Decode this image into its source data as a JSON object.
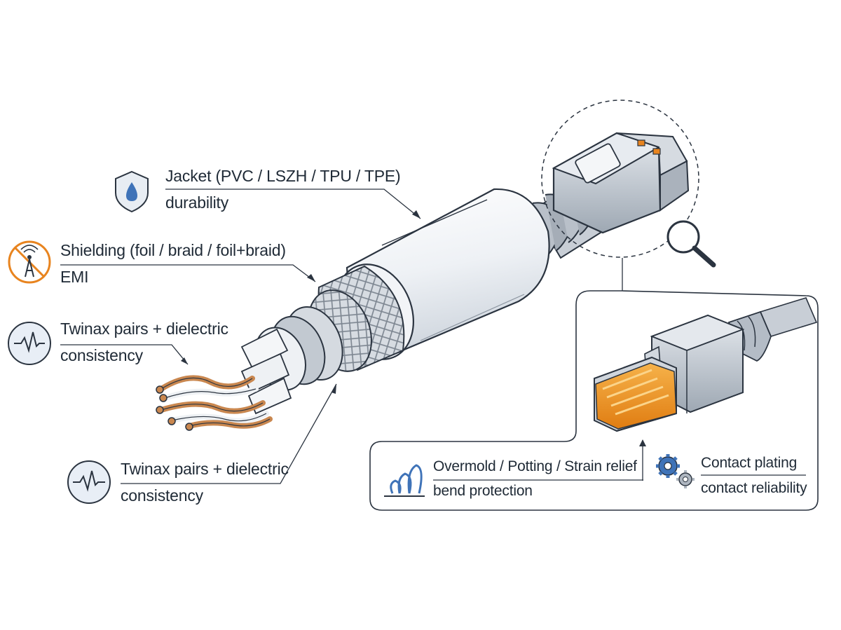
{
  "callouts": {
    "jacket": {
      "title": "Jacket (PVC / LSZH / TPU / TPE)",
      "subtitle": "durability",
      "icon": "shield-water-drop-icon"
    },
    "shielding": {
      "title": "Shielding (foil / braid / foil+braid)",
      "subtitle": "EMI",
      "icon": "no-signal-antenna-icon"
    },
    "twinax_upper": {
      "title": "Twinax pairs + dielectric",
      "subtitle": "consistency",
      "icon": "signal-wave-icon"
    },
    "twinax_lower": {
      "title": "Twinax pairs + dielectric",
      "subtitle": "consistency",
      "icon": "signal-wave-icon"
    }
  },
  "detail_panel": {
    "overmold": {
      "title": "Overmold / Potting / Strain relief",
      "subtitle": "bend protection",
      "icon": "spring-icon"
    },
    "plating": {
      "title": "Contact plating",
      "subtitle": "contact reliability",
      "icon": "gears-icon"
    },
    "zoom_icon": "magnifier-icon"
  },
  "colors": {
    "line": "#2b3440",
    "accent_blue": "#3f73b8",
    "accent_orange": "#e8841f",
    "copper": "#c9874f",
    "metal": "#aeb6c0"
  }
}
